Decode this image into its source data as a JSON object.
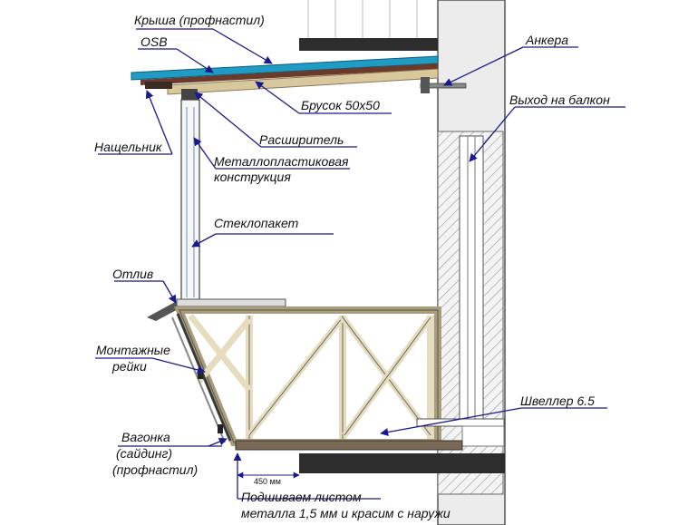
{
  "labels": {
    "roof": "Крыша (профнастил)",
    "osb": "OSB",
    "anchors": "Анкера",
    "exit": "Выход на балкон",
    "bar": "Брусок 50x50",
    "strip": "Нащельник",
    "expander": "Расширитель",
    "frame_l1": "Металлопластиковая",
    "frame_l2": "конструкция",
    "glass": "Стеклопакет",
    "drip": "Отлив",
    "rails_l1": "Монтажные",
    "rails_l2": "рейки",
    "channel": "Швеллер 6.5",
    "lining_l1": "Вагонка",
    "lining_l2": "(сайдинг)",
    "lining_l3": "(профнастил)",
    "dim": "450 мм",
    "sheet_l1": "Подшиваем листом",
    "sheet_l2": "металла 1,5 мм и красим с наружи"
  },
  "colors": {
    "roof_sheet": "#1f9bc4",
    "osb": "#6b3a2a",
    "bar": "#d9c79e",
    "wood": "#e6dcc0",
    "wall": "#ececec",
    "slab": "#2d2d2d",
    "leader": "#1a1a8c"
  }
}
